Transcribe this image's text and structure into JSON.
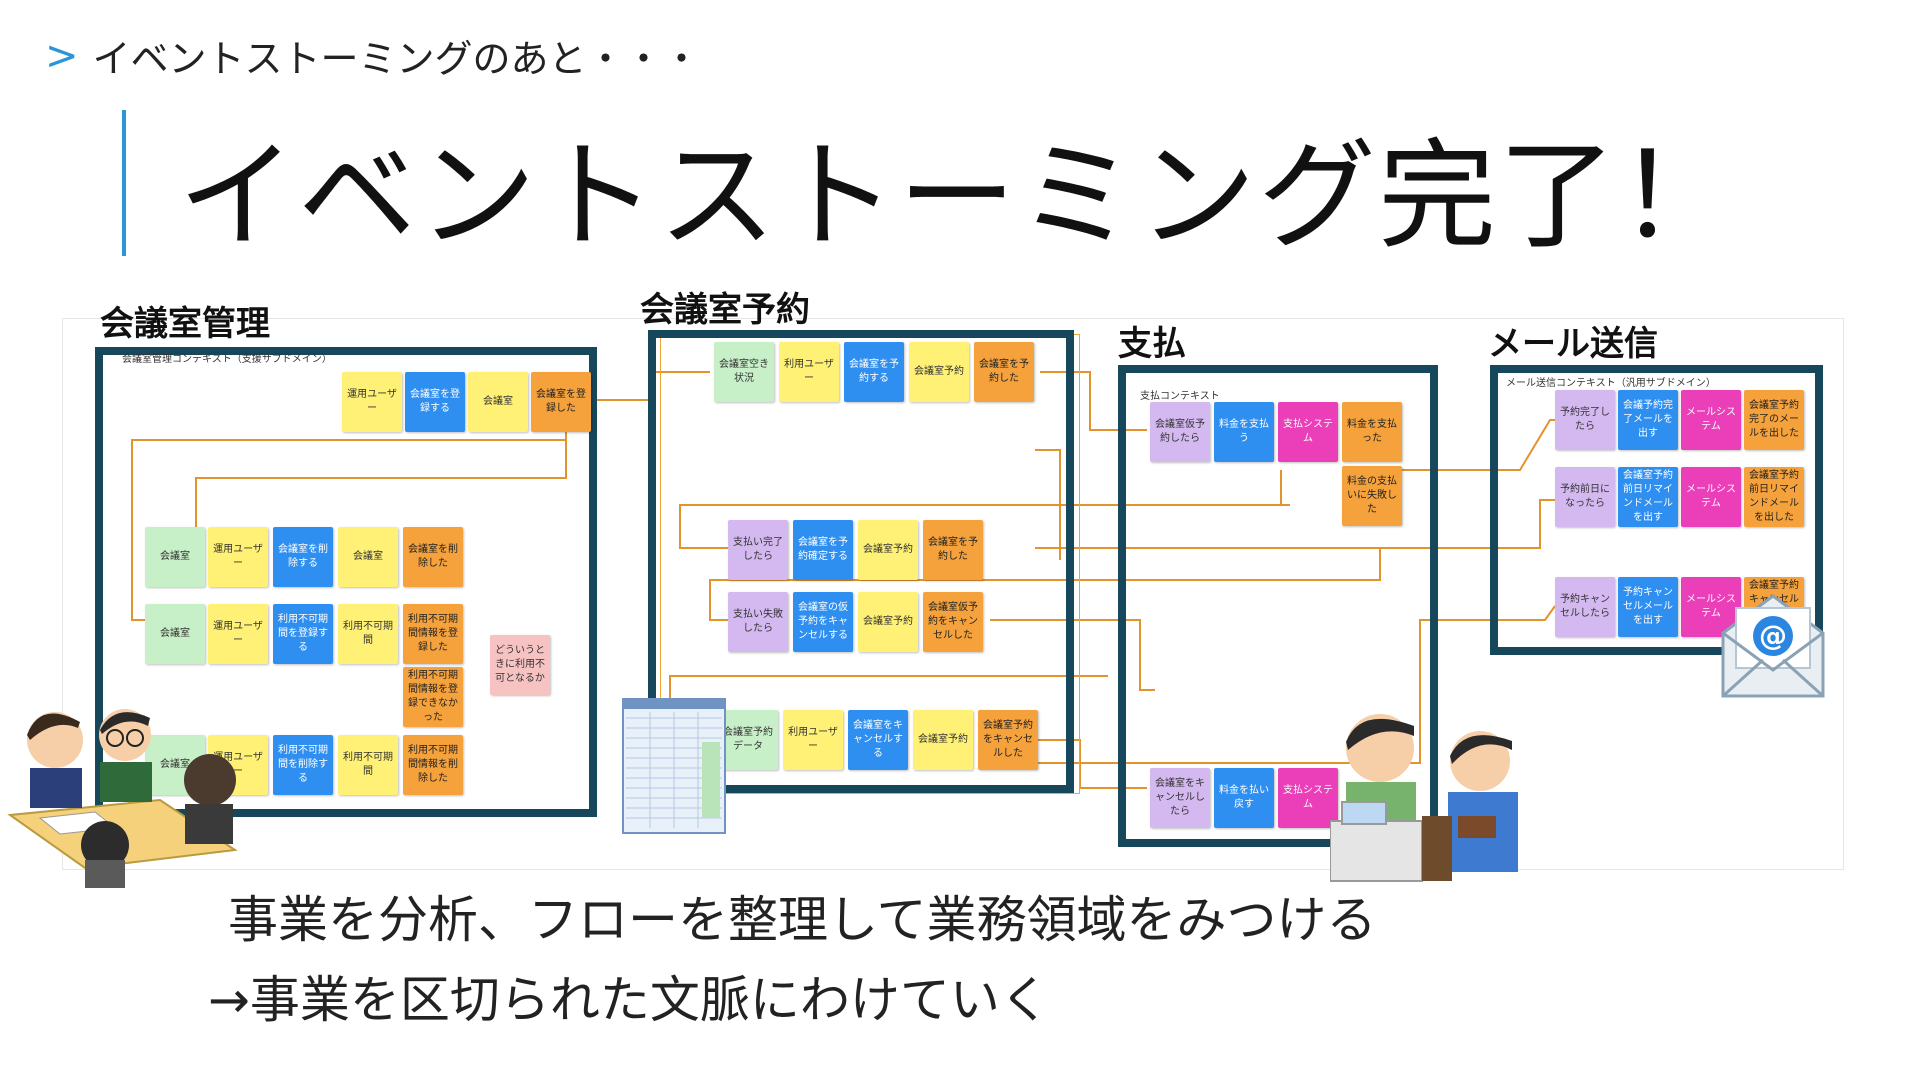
{
  "header": {
    "subtitle": "イベントストーミングのあと・・・",
    "title": "イベントストーミング完了！"
  },
  "contexts": {
    "room_mgmt": {
      "label": "会議室管理",
      "caption": "会議室管理コンテキスト（支援サブドメイン）"
    },
    "room_reserve": {
      "label": "会議室予約"
    },
    "payment": {
      "label": "支払",
      "caption": "支払コンテキスト"
    },
    "mail": {
      "label": "メール送信",
      "caption": "メール送信コンテキスト（汎用サブドメイン）"
    }
  },
  "notes": {
    "m1": "運用ユーザー",
    "m2": "会議室を登録する",
    "m3": "会議室",
    "m4": "会議室を登録した",
    "m5": "会議室",
    "m6": "運用ユーザー",
    "m7": "会議室を削除する",
    "m8": "会議室",
    "m9": "会議室を削除した",
    "m10": "会議室",
    "m11": "運用ユーザー",
    "m12": "利用不可期間を登録する",
    "m13": "利用不可期間",
    "m14": "利用不可期間情報を登録した",
    "m15": "利用不可期間情報を登録できなかった",
    "m16": "会議室",
    "m17": "運用ユーザー",
    "m18": "利用不可期間を削除する",
    "m19": "利用不可期間",
    "m20": "利用不可期間情報を削除した",
    "m21": "どういうときに利用不可となるか",
    "r1": "会議室空き状況",
    "r2": "利用ユーザー",
    "r3": "会議室を予約する",
    "r4": "会議室予約",
    "r5": "会議室を予約した",
    "r6": "支払い完了したら",
    "r7": "会議室を予約確定する",
    "r8": "会議室予約",
    "r9": "会議室を予約した",
    "r10": "支払い失敗したら",
    "r11": "会議室の仮予約をキャンセルする",
    "r12": "会議室予約",
    "r13": "会議室仮予約をキャンセルした",
    "r14": "会議室予約データ",
    "r15": "利用ユーザー",
    "r16": "会議室をキャンセルする",
    "r17": "会議室予約",
    "r18": "会議室予約をキャンセルした",
    "p1": "会議室仮予約したら",
    "p2": "料金を支払う",
    "p3": "支払システム",
    "p4": "料金を支払った",
    "p5": "料金の支払いに失敗した",
    "p6": "会議室をキャンセルしたら",
    "p7": "料金を払い戻す",
    "p8": "支払システム",
    "e1": "予約完了したら",
    "e2": "会議予約完了メールを出す",
    "e3": "メールシステム",
    "e4": "会議室予約完了のメールを出した",
    "e5": "予約前日になったら",
    "e6": "会議室予約前日リマインドメールを出す",
    "e7": "メールシステム",
    "e8": "会議室予約前日リマインドメールを出した",
    "e9": "予約キャンセルしたら",
    "e10": "予約キャンセルメールを出す",
    "e11": "メールシステム",
    "e12": "会議室予約キャンセルメールを出した"
  },
  "icons": {
    "email": "email-envelope-icon",
    "people": "team-meeting-illustration",
    "cashier": "cashier-illustration",
    "spreadsheet": "spreadsheet-thumbnail"
  },
  "colors": {
    "accent": "#2a95d8",
    "frame": "#17475a",
    "arrow": "#e3932b",
    "policy": "#d4b8f0",
    "actor": "#fff176",
    "command": "#2f8ff0",
    "event": "#f5a23d",
    "readmodel": "#c8f0c8",
    "external": "#ea3fb8"
  },
  "footer": {
    "line1": "事業を分析、フローを整理して業務領域をみつける",
    "line2": "→事業を区切られた文脈にわけていく"
  }
}
